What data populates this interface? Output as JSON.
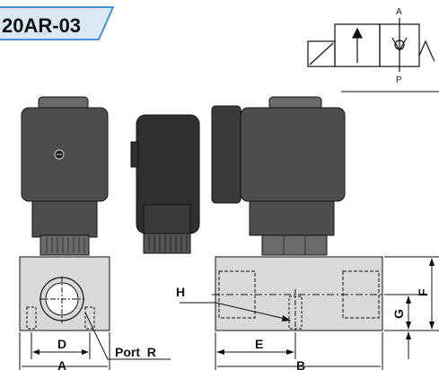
{
  "model_tag": {
    "text": "20AR-03",
    "bg_color": "#dbe9f6",
    "border_color": "#4a90d6",
    "text_color": "#111111"
  },
  "symbol": {
    "port_top": "A",
    "port_bottom": "P"
  },
  "dimensions": {
    "A": "A",
    "B": "B",
    "D": "D",
    "E": "E",
    "F": "F",
    "G": "G",
    "H": "H",
    "port": "Port  R"
  },
  "colors": {
    "coil_body": "#4d4d4d",
    "coil_dark": "#2f2f2f",
    "nut": "#6a6a6a",
    "valve_body": "#d9d9d9",
    "line": "#111111"
  }
}
